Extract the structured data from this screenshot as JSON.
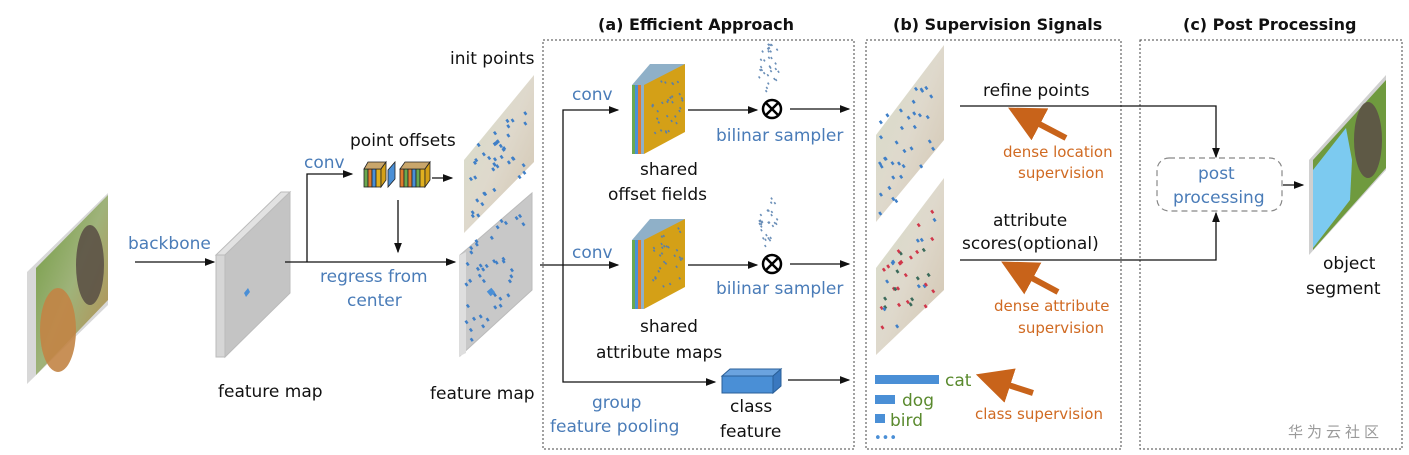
{
  "panels": {
    "a_title": "(a) Efficient Approach",
    "b_title": "(b) Supervision Signals",
    "c_title": "(c) Post Processing"
  },
  "labels": {
    "backbone": "backbone",
    "feature_map_1": "feature map",
    "conv_top": "conv",
    "point_offsets": "point offsets",
    "regress_line1": "regress from",
    "regress_line2": "center",
    "init_points": "init points",
    "feature_map_2": "feature map",
    "conv_a1": "conv",
    "conv_a2": "conv",
    "shared_offset_1": "shared",
    "shared_offset_2": "offset fields",
    "shared_attr_1": "shared",
    "shared_attr_2": "attribute maps",
    "bilinar_1": "bilinar sampler",
    "bilinar_2": "bilinar sampler",
    "group_1": "group",
    "group_2": "feature pooling",
    "class_feature_1": "class",
    "class_feature_2": "feature",
    "refine_points": "refine points",
    "dense_location_1": "dense location",
    "dense_location_2": "supervision",
    "attribute_1": "attribute",
    "attribute_2": "scores(optional)",
    "dense_attr_1": "dense attribute",
    "dense_attr_2": "supervision",
    "class_cat": "cat",
    "class_dog": "dog",
    "class_bird": "bird",
    "class_more": "•••",
    "class_supervision": "class supervision",
    "post_1": "post",
    "post_2": "processing",
    "object_1": "object",
    "object_2": "segment",
    "watermark": "华为云社区"
  },
  "colors": {
    "blue_text": "#4a7cb8",
    "orange_text": "#d06a22",
    "green_text": "#5a8a2e",
    "point_blue": "#3f7fc7",
    "point_red": "#d0364a",
    "bar_blue": "#4a8fd6",
    "mask_blue": "#7ccaf0"
  }
}
